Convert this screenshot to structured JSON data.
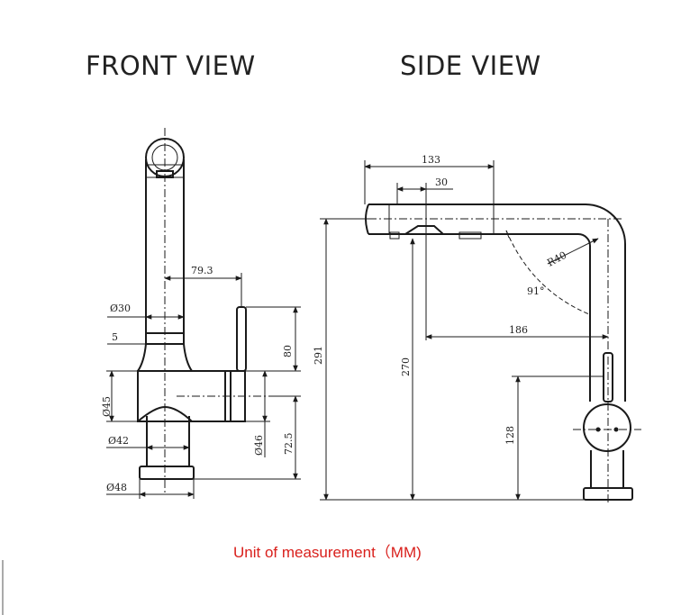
{
  "titles": {
    "front": "FRONT VIEW",
    "side": "SIDE VIEW"
  },
  "front_dims": {
    "d30": "Ø30",
    "d5": "5",
    "d79_3": "79.3",
    "d80": "80",
    "d45": "Ø45",
    "d46": "Ø46",
    "d42": "Ø42",
    "d72_5": "72.5",
    "d48": "Ø48"
  },
  "side_dims": {
    "d133": "133",
    "d30": "30",
    "r40": "R40",
    "a91": "91°",
    "d186": "186",
    "d291": "291",
    "d270": "270",
    "d128": "128"
  },
  "note": {
    "text": "Unit of measurement（MM)",
    "color": "#d9201c"
  }
}
